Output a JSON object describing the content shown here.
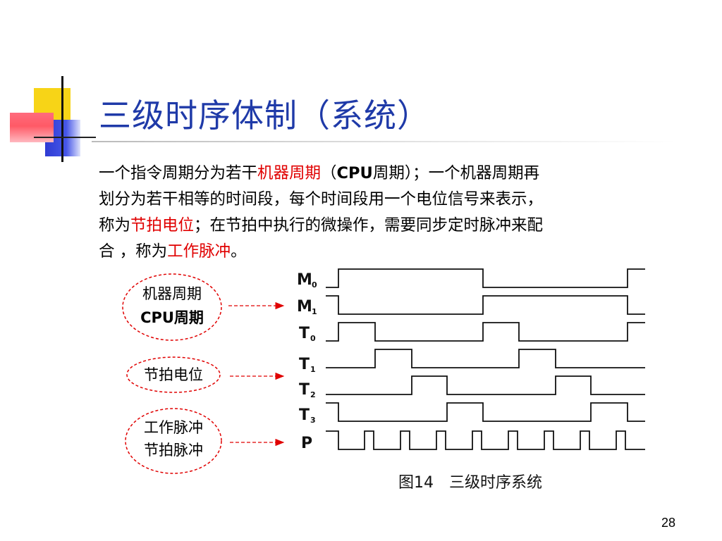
{
  "slide": {
    "title": "三级时序体制（系统）",
    "page_number": "28"
  },
  "paragraph": {
    "lines": [
      [
        {
          "text": "一个指令周期分为若干",
          "style": "normal"
        },
        {
          "text": "机器周期",
          "style": "red"
        },
        {
          "text": "（",
          "style": "normal"
        },
        {
          "text": "CPU",
          "style": "bold"
        },
        {
          "text": "周期）；一个机器周期再",
          "style": "normal"
        }
      ],
      [
        {
          "text": "划分为若干相等的时间段，每个时间段用一个电位信号来表示，",
          "style": "normal"
        }
      ],
      [
        {
          "text": "称为",
          "style": "normal"
        },
        {
          "text": "节拍电位",
          "style": "red"
        },
        {
          "text": "；在节拍中执行的微操作，需要同步定时脉冲来配",
          "style": "normal"
        }
      ],
      [
        {
          "text": "合 ，称为",
          "style": "normal"
        },
        {
          "text": "工作脉冲",
          "style": "red"
        },
        {
          "text": "。",
          "style": "normal"
        }
      ]
    ]
  },
  "callouts": [
    {
      "id": "cycle",
      "lines": [
        "机器周期",
        "CPU周期"
      ]
    },
    {
      "id": "beat",
      "lines": [
        "节拍电位"
      ]
    },
    {
      "id": "pulse",
      "lines": [
        "工作脉冲",
        "节拍脉冲"
      ]
    }
  ],
  "timing_diagram": {
    "caption": "图14　三级时序系统",
    "signals": [
      {
        "name": "M",
        "subscript": "0"
      },
      {
        "name": "M",
        "subscript": "1"
      },
      {
        "name": "T",
        "subscript": "0"
      },
      {
        "name": "T",
        "subscript": "1"
      },
      {
        "name": "T",
        "subscript": "2"
      },
      {
        "name": "T",
        "subscript": "3"
      },
      {
        "name": "P",
        "subscript": ""
      }
    ]
  },
  "colors": {
    "title": "#1f3aa8",
    "highlight": "#e00000",
    "callout_border": "#e00000",
    "arrow": "#e00000",
    "signal": "#111111"
  }
}
